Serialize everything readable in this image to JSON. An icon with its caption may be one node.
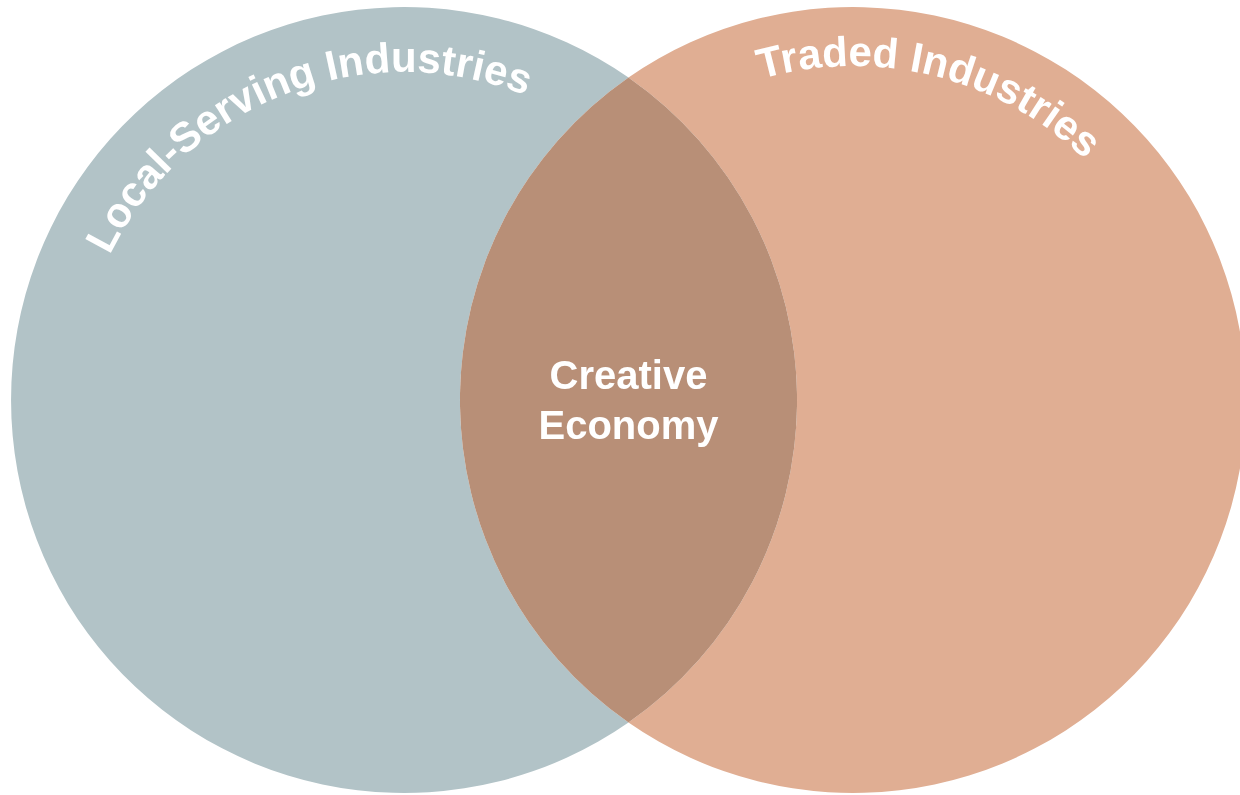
{
  "diagram": {
    "nodes": [
      {
        "text": [
          "Local-Serving Industries"
        ]
      },
      {
        "text": [
          "Traded Industries"
        ]
      },
      {
        "text": [
          "Creative Economy"
        ]
      }
    ]
  }
}
